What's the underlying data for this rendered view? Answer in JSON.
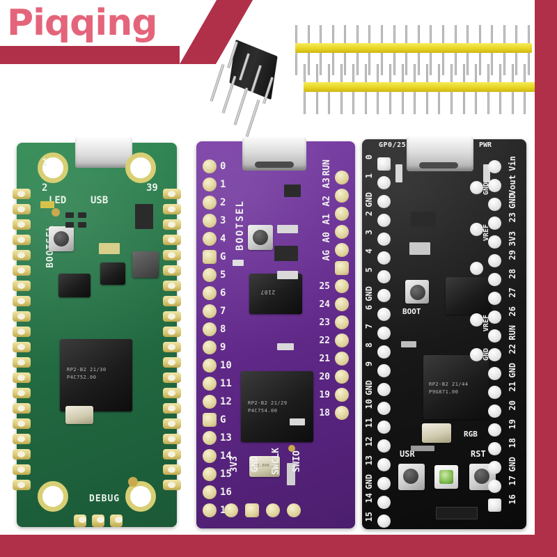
{
  "brand": {
    "watermark_text": "Piqqing",
    "text_color": "#e4657b",
    "band_color": "#b03049"
  },
  "frame": {
    "edge_color": "#b03049"
  },
  "headers": {
    "black_header": {
      "name": "black-4-pin-header",
      "pin_count": 4,
      "color": "#1c1c1c"
    },
    "yellow_header_top": {
      "name": "yellow-pin-header-top",
      "pin_count": 20,
      "color": "#e8d423"
    },
    "yellow_header_bottom": {
      "name": "yellow-pin-header-bottom",
      "pin_count": 20,
      "color": "#e8d423"
    }
  },
  "boards": [
    {
      "id": "green",
      "name": "raspberry-pi-pico-green",
      "color": "#28794a",
      "connector": "micro-usb",
      "silk": {
        "pin_1": "1",
        "pin_2": "2",
        "pin_39": "39",
        "led": "LED",
        "usb": "USB",
        "bootsel": "BOOTSEL",
        "debug": "DEBUG"
      },
      "chip": {
        "line1": "RP2-B2  21/30",
        "line2": "P4C752.00"
      },
      "left_pads": 20,
      "right_pads": 20
    },
    {
      "id": "purple",
      "name": "rp2040-board-purple",
      "color": "#6a2f95",
      "connector": "usb-c",
      "silk": {
        "bootsel": "BOOTSEL"
      },
      "chip": {
        "line1": "RP2-B2  21/29",
        "line2": "P4C754.00"
      },
      "chip_small": "2107",
      "xtal_label": "12.000 MHZ",
      "left_labels": [
        "0",
        "1",
        "2",
        "3",
        "4",
        "G",
        "5",
        "6",
        "7",
        "8",
        "9",
        "10",
        "11",
        "12",
        "G",
        "13",
        "14",
        "15",
        "16",
        "17"
      ],
      "right_labels": [
        "RUN",
        "A3",
        "A2",
        "A1",
        "A0",
        "AG",
        "25",
        "24",
        "23",
        "22",
        "21",
        "20",
        "19",
        "18"
      ],
      "bottom_labels": [
        "3V3",
        "GND",
        "SWCLK",
        "SWIO"
      ]
    },
    {
      "id": "black",
      "name": "rp2040-board-black",
      "color": "#161616",
      "connector": "usb-c",
      "silk": {
        "gp_label": "GP0/25",
        "pwr": "PWR",
        "boot": "BOOT",
        "usr": "USR",
        "rst": "RST",
        "rgb": "RGB",
        "vref_upper": "VREF",
        "vref_lower": "VREF",
        "gnd_inner_1": "GND",
        "gnd_inner_2": "GND"
      },
      "chip": {
        "line1": "RP2-B2  21/44",
        "line2": "P9G871.00"
      },
      "left_labels": [
        "0",
        "1",
        "GND",
        "2",
        "3",
        "4",
        "5",
        "GND",
        "6",
        "7",
        "8",
        "9",
        "GND",
        "10",
        "11",
        "12",
        "13",
        "GND",
        "14",
        "15"
      ],
      "right_labels": [
        "Vin",
        "Vout",
        "GND",
        "23",
        "3V3",
        "29",
        "28",
        "27",
        "26",
        "RUN",
        "22",
        "GND",
        "21",
        "20",
        "19",
        "18",
        "GND",
        "17",
        "16"
      ]
    }
  ]
}
